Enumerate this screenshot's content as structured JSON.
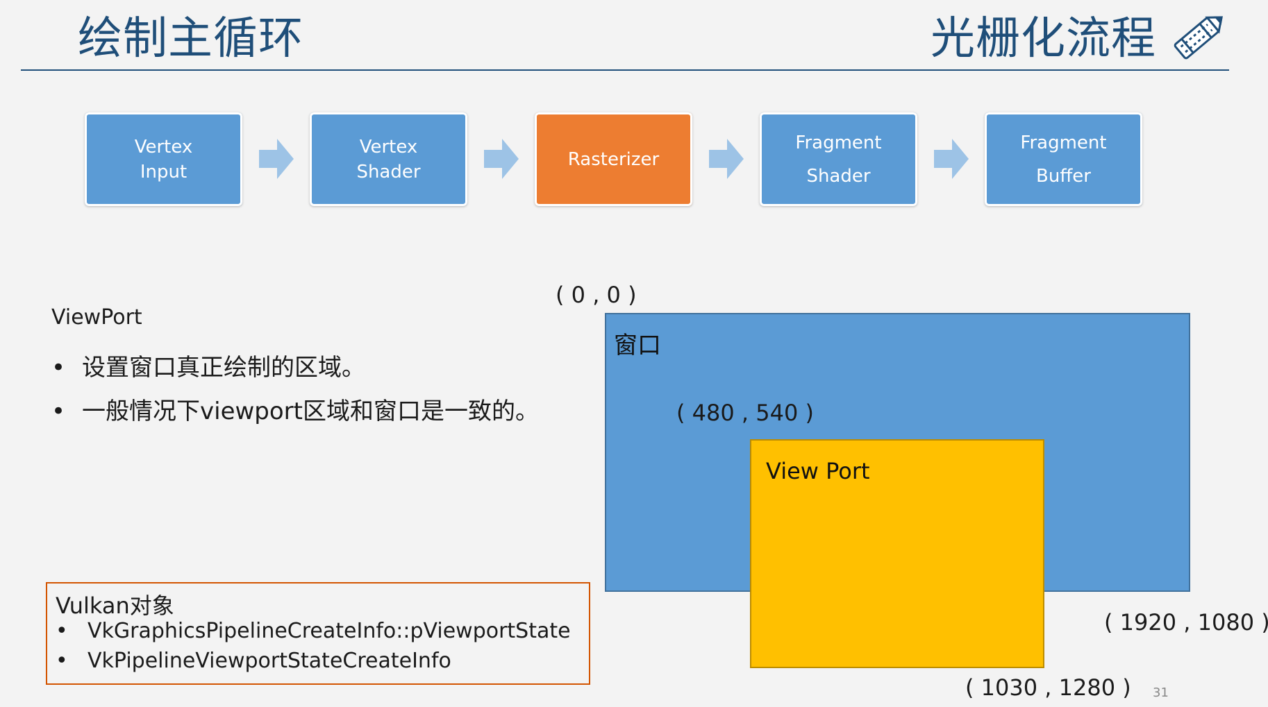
{
  "header": {
    "title_left": "绘制主循环",
    "title_right": "光栅化流程"
  },
  "pipeline": {
    "stages": [
      {
        "lines": [
          "Vertex",
          "Input"
        ],
        "active": false
      },
      {
        "lines": [
          "Vertex",
          "Shader"
        ],
        "active": false
      },
      {
        "lines": [
          "Rasterizer"
        ],
        "active": true
      },
      {
        "lines": [
          "Fragment",
          "Shader"
        ],
        "active": false
      },
      {
        "lines": [
          "Fragment",
          "Buffer"
        ],
        "active": false
      }
    ],
    "colors": {
      "stage": "#5b9bd5",
      "active": "#ed7d31",
      "arrow": "#9dc3e6"
    }
  },
  "viewport_section": {
    "heading": "ViewPort",
    "bullets": [
      "设置窗口真正绘制的区域。",
      "一般情况下viewport区域和窗口是一致的。"
    ]
  },
  "diagram": {
    "origin_label": "( 0 , 0 )",
    "window_label": "窗口",
    "viewport_origin_label": "( 480 , 540 )",
    "viewport_label": "View Port",
    "window_end_label": "( 1920 , 1080 )",
    "viewport_end_label": "( 1030 , 1280 )",
    "colors": {
      "window": "#5b9bd5",
      "viewport": "#ffc000"
    }
  },
  "vulkan": {
    "title": "Vulkan对象",
    "items": [
      "VkGraphicsPipelineCreateInfo::pViewportState",
      "VkPipelineViewportStateCreateInfo"
    ]
  },
  "page_number": "31"
}
